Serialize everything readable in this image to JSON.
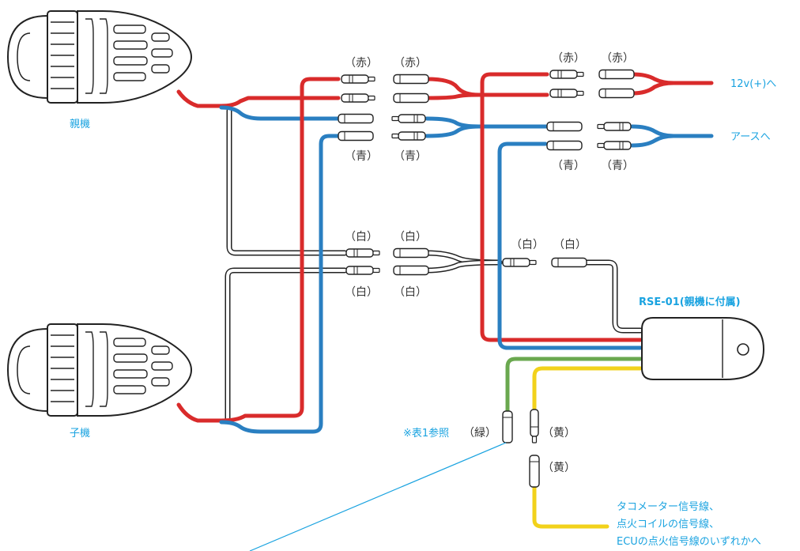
{
  "labels": {
    "parent_unit": "親機",
    "child_unit": "子機",
    "red": "（赤）",
    "blue": "（青）",
    "white": "（白）",
    "green": "（緑）",
    "yellow": "（黄）",
    "power": "12v(+)へ",
    "ground": "アースへ",
    "module": "RSE-01(親機に付属)",
    "note": "※表1参照",
    "signal_line1": "タコメーター信号線、",
    "signal_line2": "点火コイルの信号線、",
    "signal_line3": "ECUの点火信号線のいずれかへ"
  },
  "colors": {
    "red_wire": "#d92b2b",
    "blue_wire": "#2a7fc1",
    "white_wire": "#ffffff",
    "green_wire": "#6aa84f",
    "yellow_wire": "#f2d21b",
    "cyan_text": "#1aa3e0"
  }
}
